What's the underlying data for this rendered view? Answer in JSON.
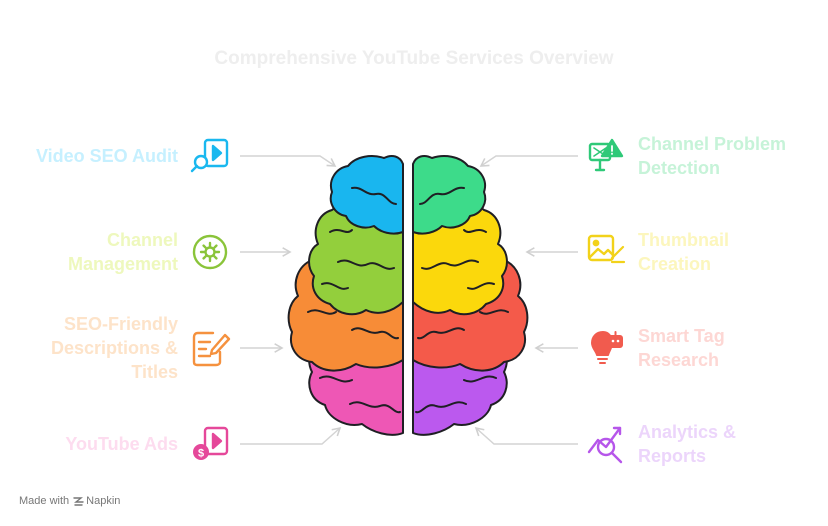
{
  "title": "Comprehensive YouTube Services Overview",
  "left_items": [
    {
      "lines": [
        "Video SEO Audit"
      ],
      "color": "#c6f0ff",
      "icon": "video-search-icon",
      "icon_color": "#1ab8ef"
    },
    {
      "lines": [
        "Channel",
        "Management"
      ],
      "color": "#eef8bd",
      "icon": "gear-circle-icon",
      "icon_color": "#8ac43a"
    },
    {
      "lines": [
        "SEO-Friendly",
        "Descriptions &",
        "Titles"
      ],
      "color": "#fde3c9",
      "icon": "document-edit-icon",
      "icon_color": "#f5913e"
    },
    {
      "lines": [
        "YouTube Ads"
      ],
      "color": "#fddcef",
      "icon": "video-dollar-icon",
      "icon_color": "#e5489a"
    }
  ],
  "right_items": [
    {
      "lines": [
        "Channel Problem",
        "Detection"
      ],
      "color": "#c6f3d8",
      "icon": "monitor-alert-icon",
      "icon_color": "#2fc978"
    },
    {
      "lines": [
        "Thumbnail",
        "Creation"
      ],
      "color": "#fcf6bd",
      "icon": "image-edit-icon",
      "icon_color": "#f2d21a"
    },
    {
      "lines": [
        "Smart Tag",
        "Research"
      ],
      "color": "#fdd7d4",
      "icon": "bulb-robot-icon",
      "icon_color": "#f15b4e"
    },
    {
      "lines": [
        "Analytics &",
        "Reports"
      ],
      "color": "#ecd5fb",
      "icon": "chart-search-icon",
      "icon_color": "#b656ea"
    }
  ],
  "footer": {
    "made_with": "Made with",
    "brand": "Napkin"
  },
  "colors": {
    "blue": "#19b6ef",
    "lime": "#93cf3c",
    "orange": "#f78c37",
    "pink": "#ee57b5",
    "green": "#3ddb8a",
    "yellow": "#fbd80c",
    "red": "#f45a4a",
    "purple": "#bb59ee",
    "outline": "#1f1f24",
    "arrow": "#d4d4d4"
  }
}
